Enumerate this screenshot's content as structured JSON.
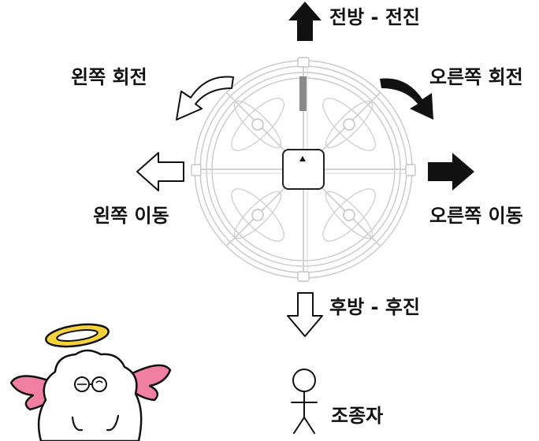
{
  "labels": {
    "forward": "전방 - 전진",
    "rotate_left": "왼쪽 회전",
    "rotate_right": "오른쪽 회전",
    "move_left": "왼쪽 이동",
    "move_right": "오른쪽 이동",
    "backward": "후방 - 후진",
    "pilot": "조종자"
  },
  "colors": {
    "ink": "#111111",
    "frame_line": "#c9c9c9",
    "indicator": "#8a8a8a",
    "halo": "#f5d23a",
    "wing": "#ef7fa3"
  }
}
